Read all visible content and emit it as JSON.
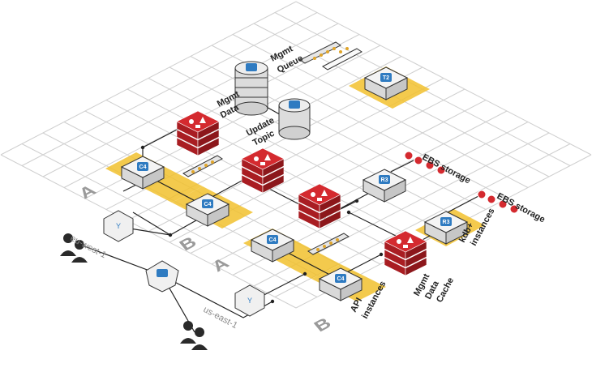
{
  "labels": {
    "mgmt_queue": [
      "Mgmt",
      "Queue"
    ],
    "mgmt_data": [
      "Mgmt",
      "Data"
    ],
    "update_topic": [
      "Update",
      "Topic"
    ],
    "ebs_storage_1": "EBS storage",
    "ebs_storage_2": "EBS storage",
    "kdb_instances": [
      "kdb+",
      "instances"
    ],
    "api_instances": [
      "API",
      "instances"
    ],
    "mgmt_data_cache": [
      "Mgmt",
      "Data",
      "Cache"
    ],
    "az_a_top": "A",
    "az_b_top": "B",
    "az_a_bottom": "A",
    "az_b_bottom": "B",
    "region_eu": "eu-west-1",
    "region_us": "us-east-1"
  },
  "instance_tags": {
    "c4": "C4",
    "r3": "R3",
    "t2": "T2"
  },
  "colors": {
    "grid": "#cfcfcf",
    "accent": "#f2c12e",
    "redis": "#d42a2f",
    "ec2_top": "#f4f4f4",
    "ec2_side": "#d9d9d9",
    "chip": "#2f7bc1",
    "line": "#222222"
  }
}
